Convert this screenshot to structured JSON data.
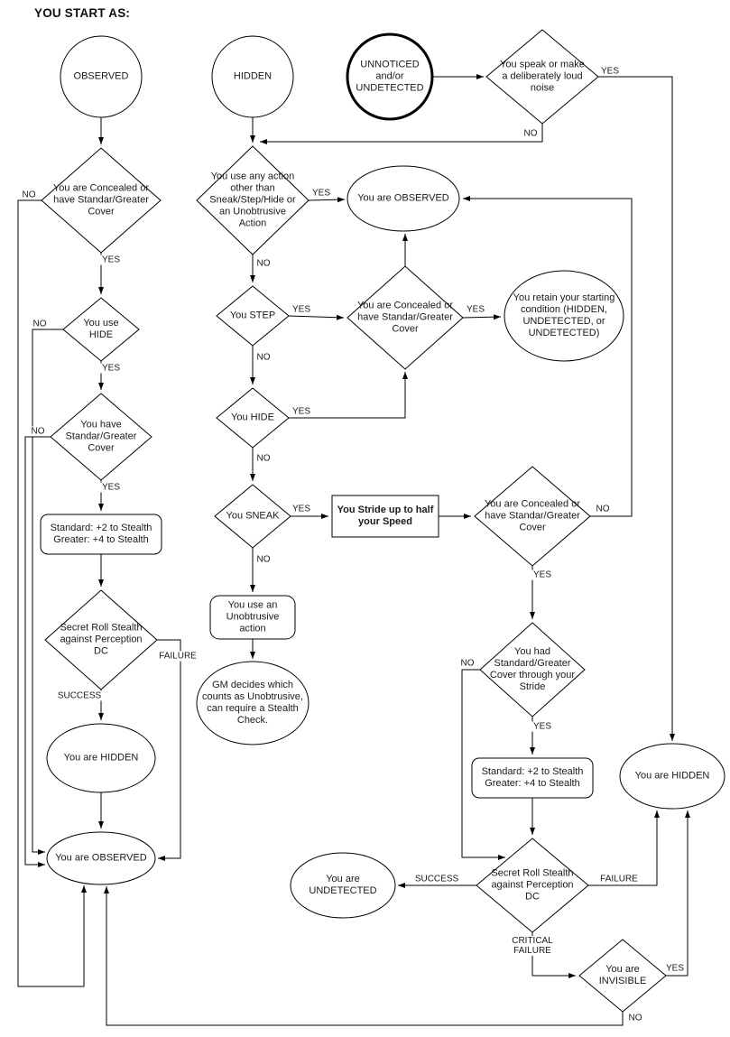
{
  "title": "YOU START AS:",
  "nodes": {
    "observed_start": "OBSERVED",
    "hidden_start": "HIDDEN",
    "unnoticed_start": "UNNOTICED\nand/or\nUNDETECTED",
    "loud_noise": "You speak or make a deliberately loud noise",
    "l_concealed": "You are Concealed or have Standar/Greater Cover",
    "l_use_hide": "You use HIDE",
    "l_have_cover": "You have Standar/Greater Cover",
    "l_bonus": "Standard: +2 to Stealth\nGreater: +4 to Stealth",
    "l_secret_roll": "Secret Roll Stealth against Perception DC",
    "l_hidden": "You are HIDDEN",
    "l_observed": "You are OBSERVED",
    "m_other_action": "You use any action other than Sneak/Step/Hide or an Unobtrusive Action",
    "m_observed": "You are OBSERVED",
    "m_step": "You STEP",
    "m_concealed": "You are Concealed or have Standar/Greater Cover",
    "retain": "You retain your starting condition (HIDDEN, UNDETECTED, or UNDETECTED)",
    "m_hide": "You HIDE",
    "m_sneak": "You SNEAK",
    "stride": "You Stride up to half your Speed",
    "r_concealed": "You are Concealed or have Standar/Greater Cover",
    "unobtrusive": "You use an Unobtrusive action",
    "gm_decides": "GM decides which counts as Unobtrusive, can require a Stealth Check.",
    "r_cover_stride": "You had Standard/Greater Cover through your Stride",
    "r_bonus": "Standard: +2 to Stealth\nGreater: +4 to Stealth",
    "r_secret_roll": "Secret Roll Stealth against Perception DC",
    "undetected": "You are UNDETECTED",
    "r_hidden": "You are HIDDEN",
    "invisible": "You are INVISIBLE"
  },
  "edge_labels": {
    "yes": "YES",
    "no": "NO",
    "success": "SUCCESS",
    "failure": "FAILURE",
    "critical_failure": "CRITICAL\nFAILURE"
  },
  "colors": {
    "stroke": "#000000",
    "background": "#ffffff"
  }
}
